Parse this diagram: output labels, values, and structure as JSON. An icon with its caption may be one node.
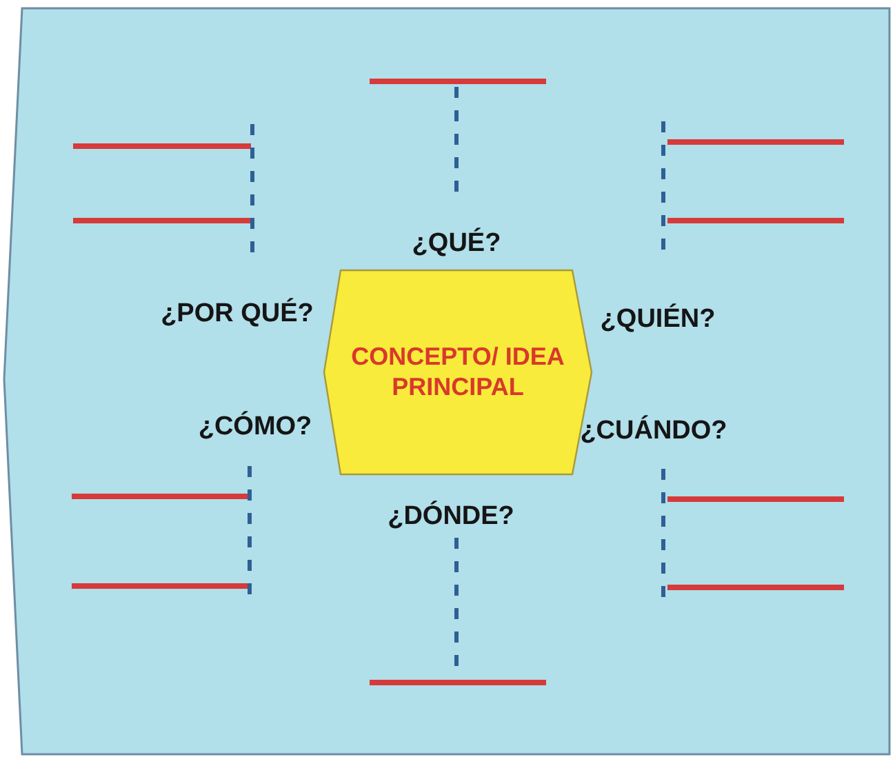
{
  "diagram": {
    "nodes": [
      {
        "text": [
          "CONCEPTO/ IDEA PRINCIPAL"
        ]
      }
    ],
    "labels": [
      "¿QUÉ?",
      "¿POR QUÉ?",
      "¿QUIÉN?",
      "¿CÓMO?",
      "¿CUÁNDO?",
      "¿DÓNDE?"
    ]
  }
}
